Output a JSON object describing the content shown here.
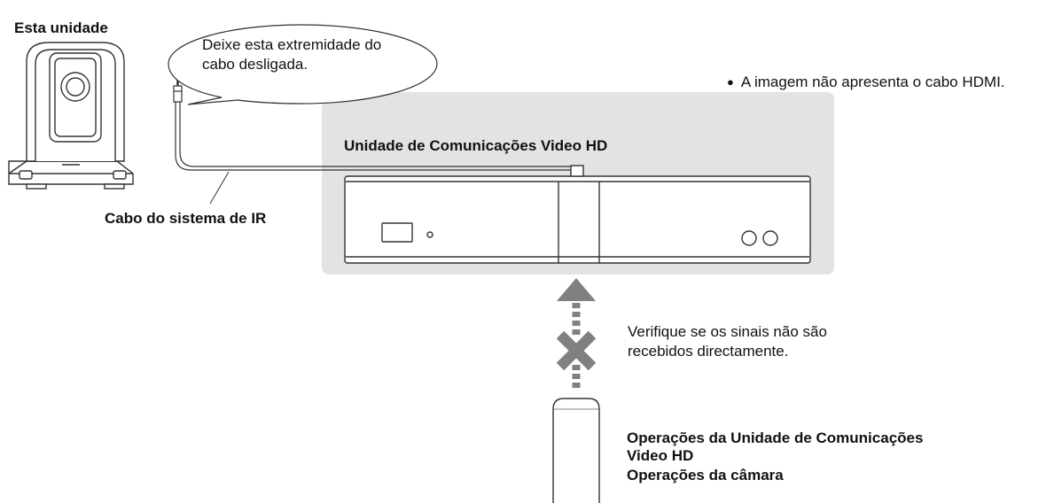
{
  "camera": {
    "title": "Esta unidade"
  },
  "callout": {
    "line1": "Deixe esta extremidade do",
    "line2": "cabo desligada."
  },
  "note": {
    "bullet": "●",
    "text": "A imagem não apresenta o cabo HDMI."
  },
  "unit": {
    "title": "Unidade de Comunicações Video HD"
  },
  "cable": {
    "label": "Cabo do sistema de IR"
  },
  "signal": {
    "line1": "Verifique se os sinais não são",
    "line2": "recebidos directamente."
  },
  "remote": {
    "line1": "Operações da Unidade de Comunicações",
    "line2": "Video HD",
    "line3": "Operações da câmara"
  },
  "colors": {
    "panel": "#e3e3e3",
    "arrow": "#808080",
    "line": "#333333"
  }
}
